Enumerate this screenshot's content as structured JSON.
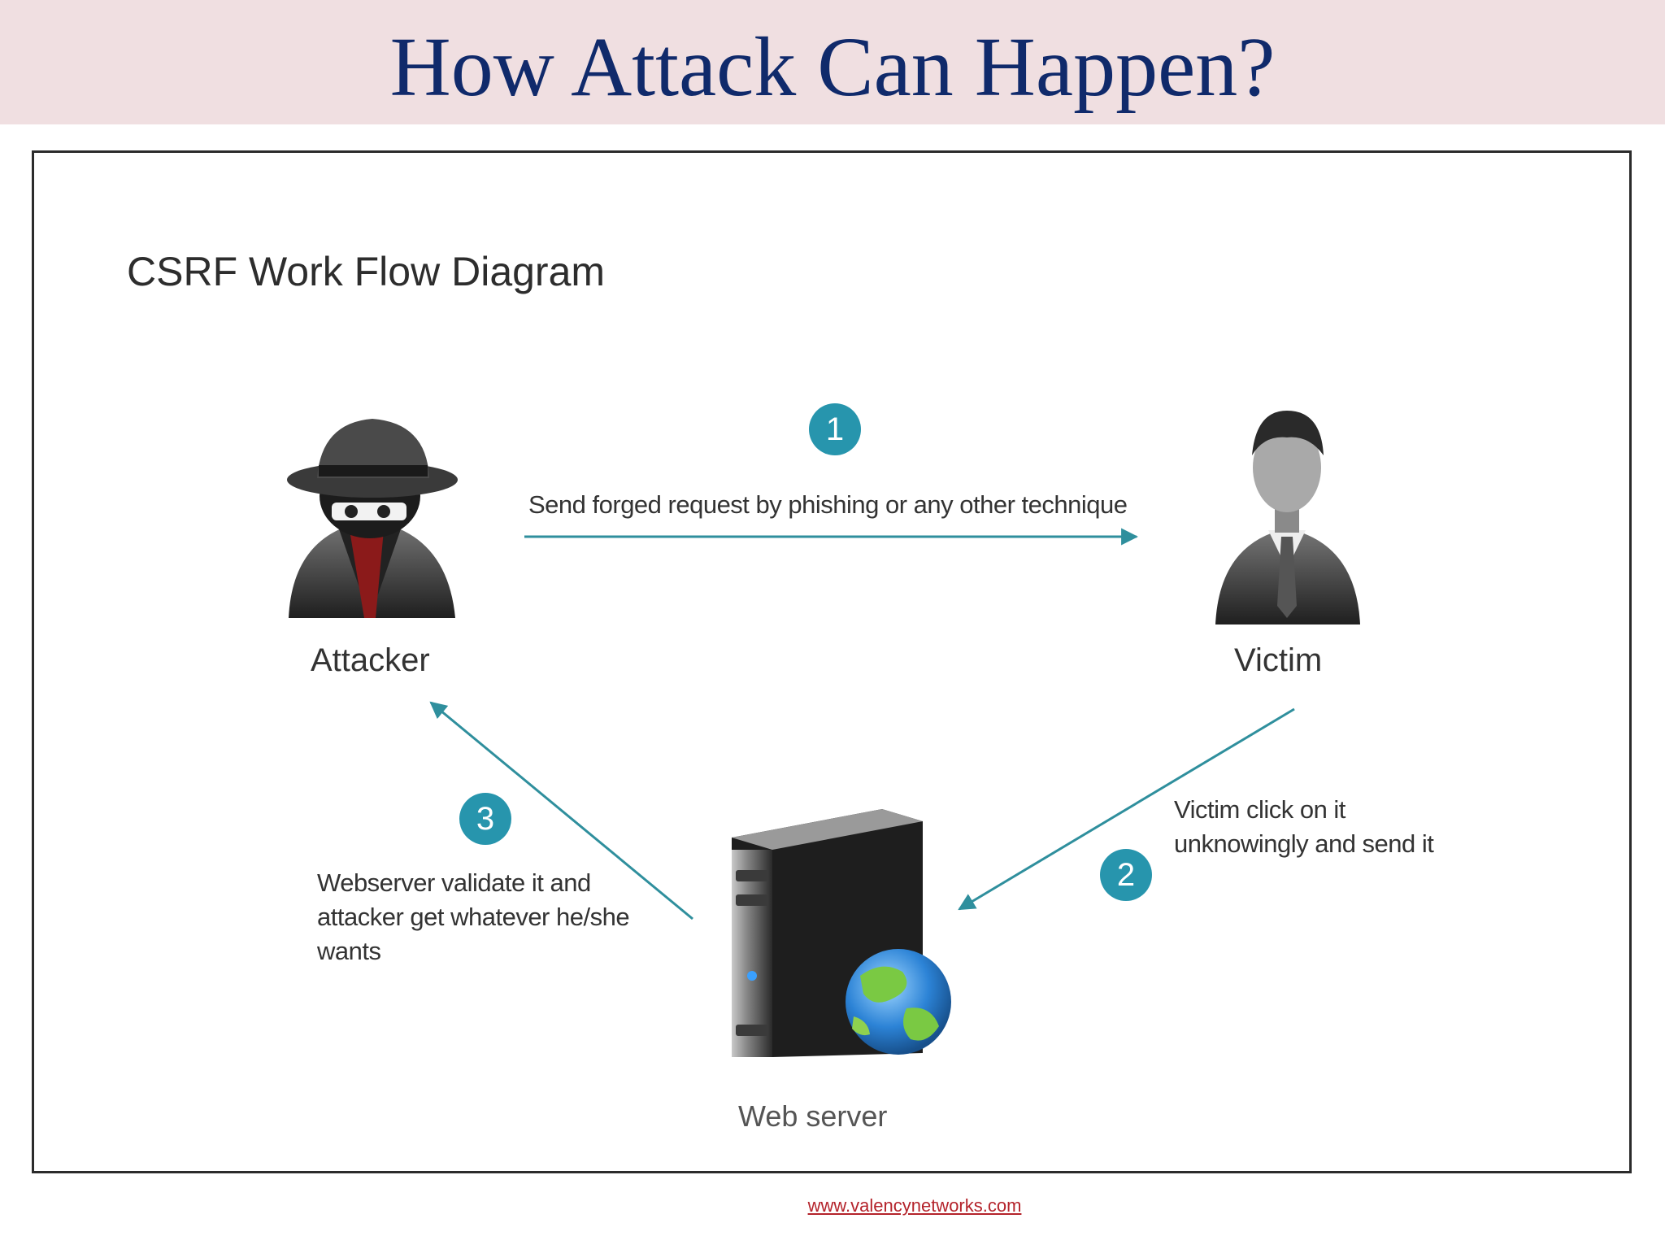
{
  "slide": {
    "title": "How Attack Can Happen?",
    "footer": "www.valencynetworks.com"
  },
  "diagram": {
    "heading": "CSRF Work Flow Diagram",
    "nodes": {
      "attacker": "Attacker",
      "victim": "Victim",
      "server": "Web server"
    },
    "steps": [
      {
        "number": "1",
        "text": "Send forged request by phishing or any other technique"
      },
      {
        "number": "2",
        "lines": [
          "Victim click on it",
          "unknowingly and send it"
        ]
      },
      {
        "number": "3",
        "lines": [
          "Webserver validate it and",
          "attacker get whatever he/she",
          "wants"
        ]
      }
    ]
  },
  "colors": {
    "title_band": "#f0dfe1",
    "title_text": "#102a6b",
    "accent": "#2795ad",
    "footer_link": "#b4232b"
  },
  "icons": [
    "attacker-spy-icon",
    "victim-person-icon",
    "web-server-icon",
    "globe-icon"
  ]
}
